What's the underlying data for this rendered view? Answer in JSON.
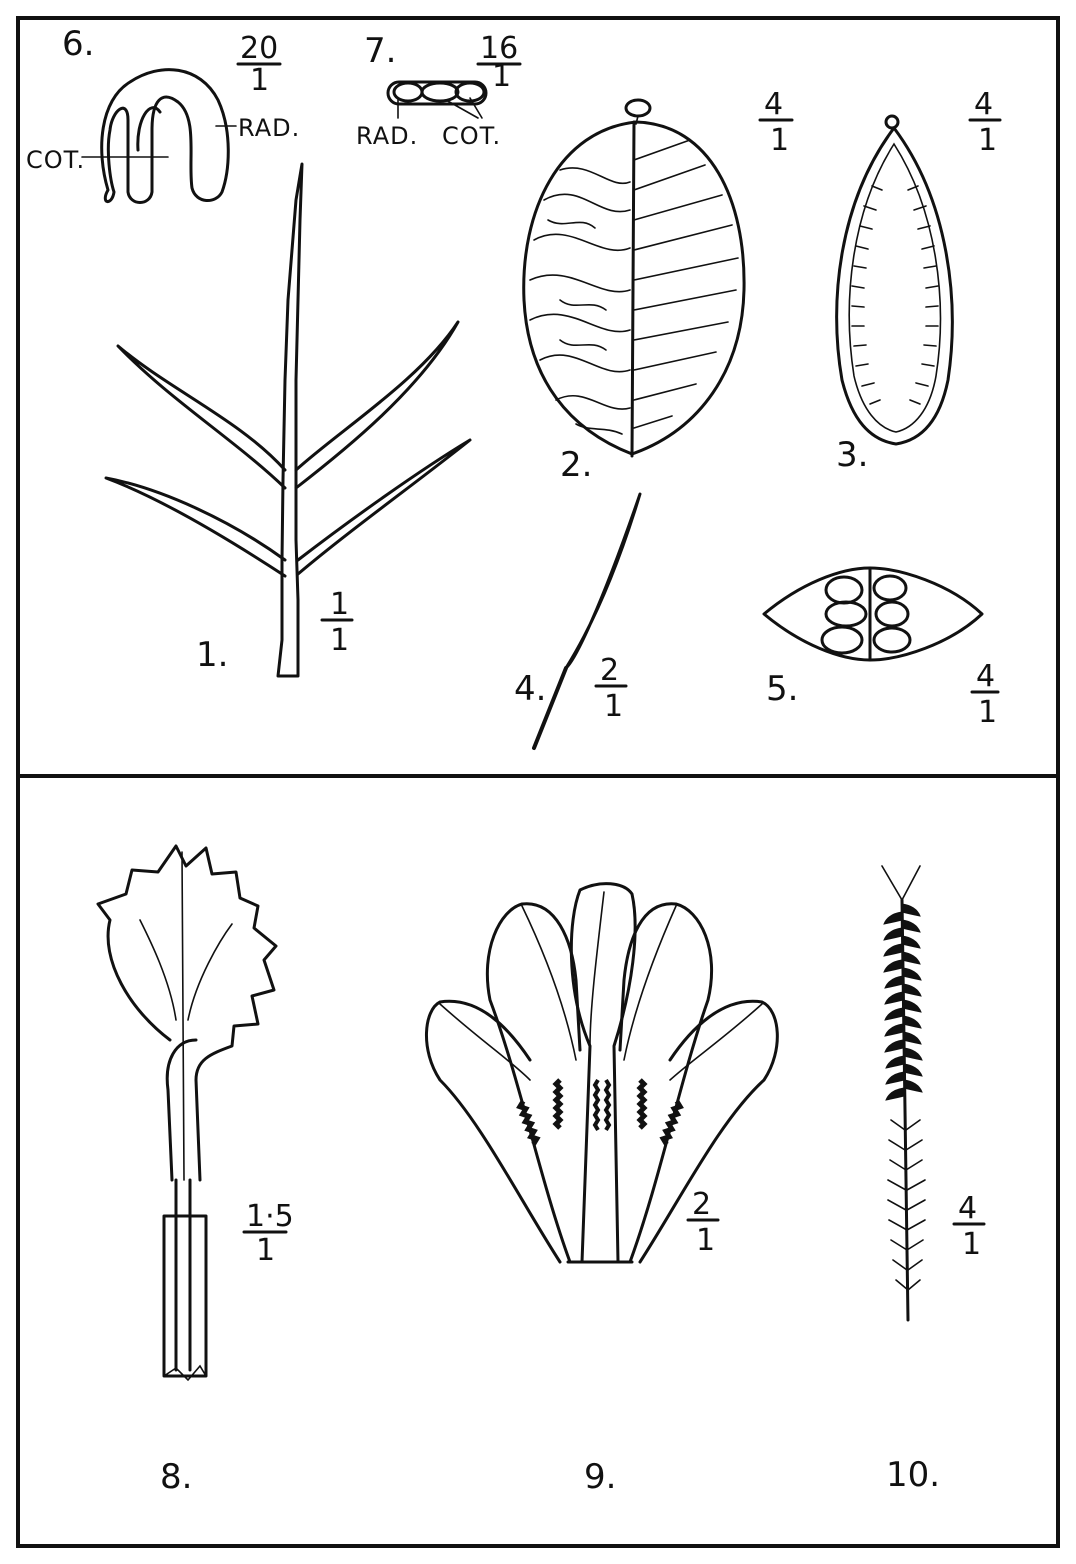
{
  "figures": [
    {
      "number": "1.",
      "scale_num": "1",
      "scale_den": "1"
    },
    {
      "number": "2.",
      "scale_num": "4",
      "scale_den": "1"
    },
    {
      "number": "3.",
      "scale_num": "4",
      "scale_den": "1"
    },
    {
      "number": "4.",
      "scale_num": "2",
      "scale_den": "1"
    },
    {
      "number": "5.",
      "scale_num": "4",
      "scale_den": "1"
    },
    {
      "number": "6.",
      "scale_num": "20",
      "scale_den": "1"
    },
    {
      "number": "7.",
      "scale_num": "16",
      "scale_den": "1"
    },
    {
      "number": "8.",
      "scale_num": "1·5",
      "scale_den": "1"
    },
    {
      "number": "9.",
      "scale_num": "2",
      "scale_den": "1"
    },
    {
      "number": "10.",
      "scale_num": "4",
      "scale_den": "1"
    }
  ],
  "annotations": {
    "fig6_cot": "COT.",
    "fig6_rad": "RAD.",
    "fig7_rad": "RAD.",
    "fig7_cot": "COT."
  }
}
